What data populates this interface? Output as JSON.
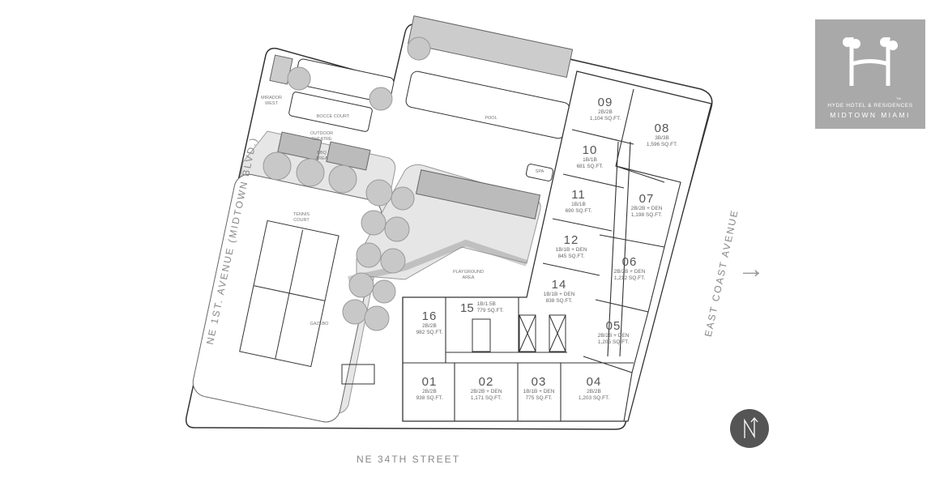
{
  "logo": {
    "line1": "HYDE HOTEL & RESIDENCES",
    "line2": "MIDTOWN MIAMI",
    "trademark": "TM"
  },
  "streets": {
    "west": "NE 1ST. AVENUE (MIDTOWN BLVD.)",
    "south": "NE 34TH STREET",
    "east": "EAST COAST AVENUE"
  },
  "amenities": {
    "mirador": "MIRADOR WEST",
    "bocce": "BOCCE COURT",
    "theatre": "OUTDOOR THEATRE",
    "bbq": "BBQ AREA",
    "tennis": "TENNIS COURT",
    "gazebo": "GAZEBO",
    "pool": "POOL",
    "spa": "SPA",
    "playground": "PLAYGROUND AREA"
  },
  "units": [
    {
      "id": "09",
      "type": "2B/2B",
      "area": "1,104 SQ.FT."
    },
    {
      "id": "08",
      "type": "3B/3B",
      "area": "1,596 SQ.FT."
    },
    {
      "id": "10",
      "type": "1B/1B",
      "area": "681 SQ.FT."
    },
    {
      "id": "11",
      "type": "1B/1B",
      "area": "690 SQ.FT."
    },
    {
      "id": "07",
      "type": "2B/2B + DEN",
      "area": "1,198 SQ.FT."
    },
    {
      "id": "12",
      "type": "1B/1B + DEN",
      "area": "845 SQ.FT."
    },
    {
      "id": "06",
      "type": "2B/2B + DEN",
      "area": "1,212 SQ.FT."
    },
    {
      "id": "14",
      "type": "1B/1B + DEN",
      "area": "838 SQ.FT."
    },
    {
      "id": "05",
      "type": "2B/2B + DEN",
      "area": "1,205 SQ.FT."
    },
    {
      "id": "16",
      "type": "2B/2B",
      "area": "982 SQ.FT."
    },
    {
      "id": "15",
      "type": "1B/1.5B",
      "area": "779 SQ.FT."
    },
    {
      "id": "01",
      "type": "2B/2B",
      "area": "938 SQ.FT."
    },
    {
      "id": "02",
      "type": "2B/2B + DEN",
      "area": "1,171 SQ.FT."
    },
    {
      "id": "03",
      "type": "1B/1B + DEN",
      "area": "775 SQ.FT."
    },
    {
      "id": "04",
      "type": "2B/2B",
      "area": "1,203 SQ.FT."
    }
  ],
  "north_label": "N",
  "colors": {
    "line": "#333333",
    "landscape": "#e6e6e6",
    "tree": "#c8c8c8",
    "logo_bg": "#a9a9a9",
    "north_bg": "#555555"
  }
}
